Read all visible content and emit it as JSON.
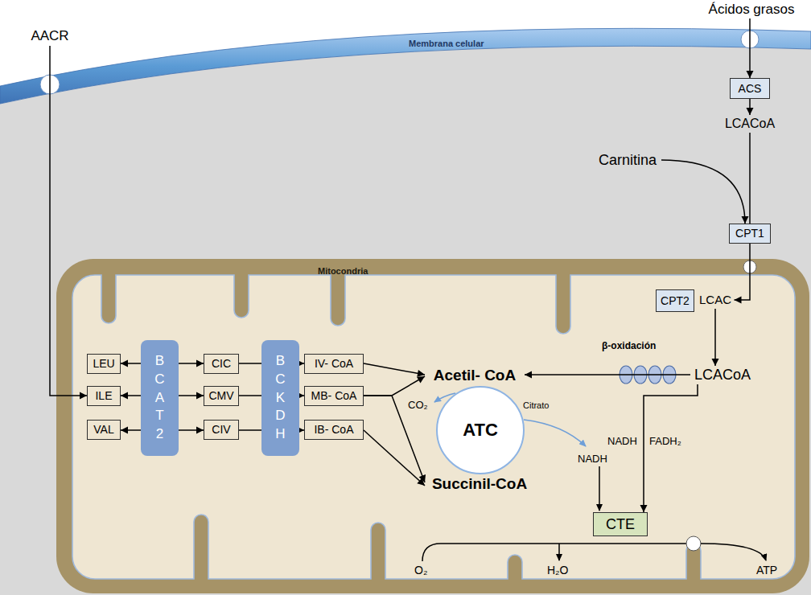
{
  "diagram": {
    "nodes": [
      {
        "text": [
          "Membrana celular"
        ]
      },
      {
        "text": [
          "AACR"
        ]
      },
      {
        "text": [
          "Ácidos grasos"
        ]
      },
      {
        "text": [
          "ACS"
        ]
      },
      {
        "text": [
          "LCACoA"
        ]
      },
      {
        "text": [
          "Carnitina"
        ]
      },
      {
        "text": [
          "CPT1"
        ]
      },
      {
        "text": [
          "Mitocondria"
        ]
      },
      {
        "text": [
          "CPT2"
        ],
        "in": 7
      },
      {
        "text": [
          "LCAC"
        ],
        "in": 7
      },
      {
        "text": [
          "LCACoA"
        ],
        "in": 7
      },
      {
        "text": [
          "LEU"
        ],
        "in": 7
      },
      {
        "text": [
          "ILE"
        ],
        "in": 7
      },
      {
        "text": [
          "VAL"
        ],
        "in": 7
      },
      {
        "text": [
          "B C A T 2"
        ],
        "in": 7
      },
      {
        "text": [
          "CIC"
        ],
        "in": 7
      },
      {
        "text": [
          "CMV"
        ],
        "in": 7
      },
      {
        "text": [
          "CIV"
        ],
        "in": 7
      },
      {
        "text": [
          "B C K D H"
        ],
        "in": 7
      },
      {
        "text": [
          "IV- CoA"
        ],
        "in": 7
      },
      {
        "text": [
          "MB- CoA"
        ],
        "in": 7
      },
      {
        "text": [
          "IB- CoA"
        ],
        "in": 7
      },
      {
        "text": [
          "Acetil- CoA"
        ],
        "in": 7
      },
      {
        "text": [
          "Succinil-CoA"
        ],
        "in": 7
      },
      {
        "text": [
          "ATC"
        ],
        "in": 7
      },
      {
        "text": [
          "CTE"
        ],
        "in": 7
      }
    ],
    "edges": [
      {
        "from": 1,
        "to": 12,
        "arrow": "to"
      },
      {
        "from": 2,
        "to": 3,
        "arrow": "to"
      },
      {
        "from": 3,
        "to": 4,
        "arrow": "to"
      },
      {
        "from": 4,
        "to": 6,
        "arrow": "none"
      },
      {
        "from": 5,
        "to": 6,
        "arrow": "to"
      },
      {
        "from": 6,
        "to": 9,
        "arrow": "to"
      },
      {
        "from": 9,
        "to": 10,
        "arrow": "to"
      },
      {
        "from": 10,
        "to": 22,
        "arrow": "to"
      },
      {
        "from": 10,
        "to": 25,
        "arrow": "to"
      },
      {
        "from": 11,
        "to": 15,
        "arrow": "both"
      },
      {
        "from": 12,
        "to": 16,
        "arrow": "both"
      },
      {
        "from": 13,
        "to": 17,
        "arrow": "both"
      },
      {
        "from": 15,
        "to": 19,
        "arrow": "to"
      },
      {
        "from": 16,
        "to": 20,
        "arrow": "to"
      },
      {
        "from": 17,
        "to": 21,
        "arrow": "to"
      },
      {
        "from": 19,
        "to": 22,
        "arrow": "to"
      },
      {
        "from": 20,
        "to": 22,
        "arrow": "to"
      },
      {
        "from": 20,
        "to": 23,
        "arrow": "to"
      },
      {
        "from": 21,
        "to": 23,
        "arrow": "to"
      }
    ],
    "labels": [
      "β-oxidación",
      "NADH",
      "FADH₂",
      "CO₂",
      "Citrato",
      "NADH",
      "O₂",
      "H₂O",
      "ATP"
    ]
  }
}
